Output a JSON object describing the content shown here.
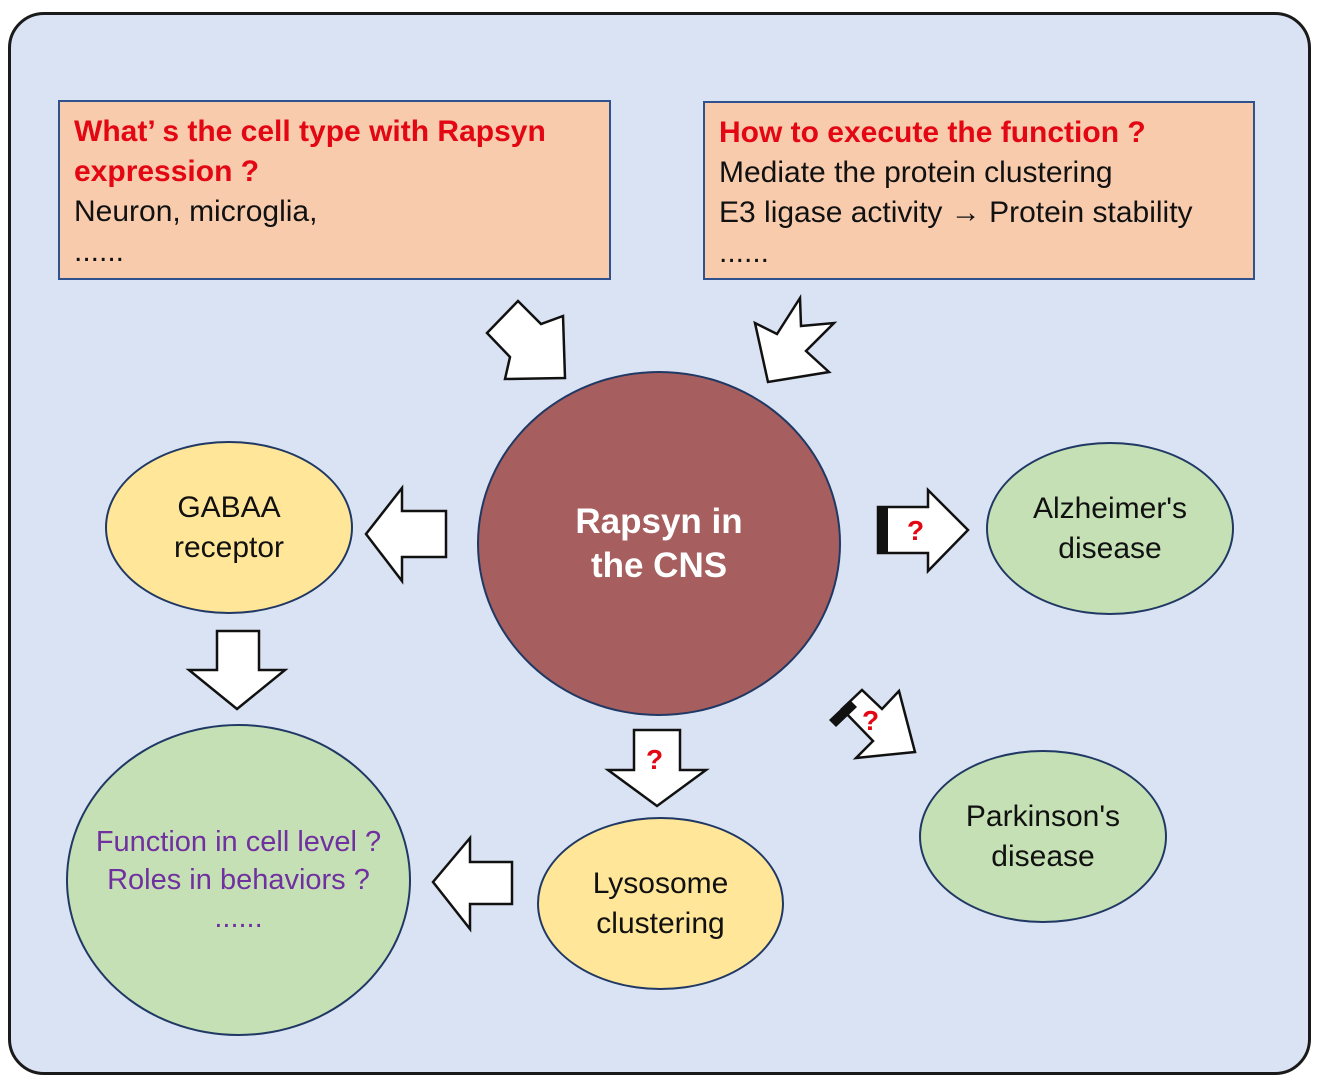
{
  "box_left": {
    "question": "What’ s the cell type with Rapsyn expression ?",
    "lines": [
      "Neuron, microglia,",
      "......"
    ]
  },
  "box_right": {
    "question": "How to execute the function ?",
    "lines": [
      "Mediate the protein clustering",
      "E3 ligase activity → Protein stability",
      "......"
    ]
  },
  "center": {
    "line1": "Rapsyn in",
    "line2": "the CNS"
  },
  "gabaa": {
    "line1": "GABAA",
    "line2": "receptor"
  },
  "alzheimer": {
    "line1": "Alzheimer's",
    "line2": "disease"
  },
  "parkinson": {
    "line1": "Parkinson's",
    "line2": "disease"
  },
  "lysosome": {
    "line1": "Lysosome",
    "line2": "clustering"
  },
  "function_node": {
    "lines": [
      "Function in cell level ?",
      "Roles in behaviors ?",
      "......"
    ]
  },
  "question_marks": {
    "alzheimer": "?",
    "parkinson": "?",
    "lysosome": "?"
  },
  "colors": {
    "background": "#dae3f3",
    "question_box": "#f8cbad",
    "question_text": "#e30613",
    "center_node": "#a75e5e",
    "yellow_node": "#ffe699",
    "green_node": "#c5e0b4",
    "function_text": "#7030a0"
  }
}
